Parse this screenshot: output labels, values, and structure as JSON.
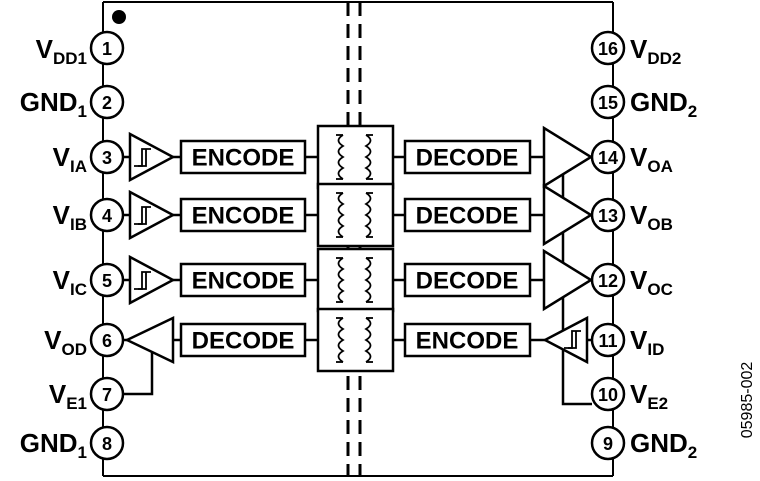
{
  "pins": [
    {
      "number": "1",
      "name": "V",
      "sub": "DD1",
      "side": "left"
    },
    {
      "number": "2",
      "name": "GND",
      "sub": "1",
      "side": "left"
    },
    {
      "number": "3",
      "name": "V",
      "sub": "IA",
      "side": "left"
    },
    {
      "number": "4",
      "name": "V",
      "sub": "IB",
      "side": "left"
    },
    {
      "number": "5",
      "name": "V",
      "sub": "IC",
      "side": "left"
    },
    {
      "number": "6",
      "name": "V",
      "sub": "OD",
      "side": "left"
    },
    {
      "number": "7",
      "name": "V",
      "sub": "E1",
      "side": "left"
    },
    {
      "number": "8",
      "name": "GND",
      "sub": "1",
      "side": "left"
    },
    {
      "number": "16",
      "name": "V",
      "sub": "DD2",
      "side": "right"
    },
    {
      "number": "15",
      "name": "GND",
      "sub": "2",
      "side": "right"
    },
    {
      "number": "14",
      "name": "V",
      "sub": "OA",
      "side": "right"
    },
    {
      "number": "13",
      "name": "V",
      "sub": "OB",
      "side": "right"
    },
    {
      "number": "12",
      "name": "V",
      "sub": "OC",
      "side": "right"
    },
    {
      "number": "11",
      "name": "V",
      "sub": "ID",
      "side": "right"
    },
    {
      "number": "10",
      "name": "V",
      "sub": "E2",
      "side": "right"
    },
    {
      "number": "9",
      "name": "GND",
      "sub": "2",
      "side": "right"
    }
  ],
  "channels": [
    {
      "left_block": "ENCODE",
      "right_block": "DECODE"
    },
    {
      "left_block": "ENCODE",
      "right_block": "DECODE"
    },
    {
      "left_block": "ENCODE",
      "right_block": "DECODE"
    },
    {
      "left_block": "DECODE",
      "right_block": "ENCODE"
    }
  ],
  "figure_code": "05985-002"
}
